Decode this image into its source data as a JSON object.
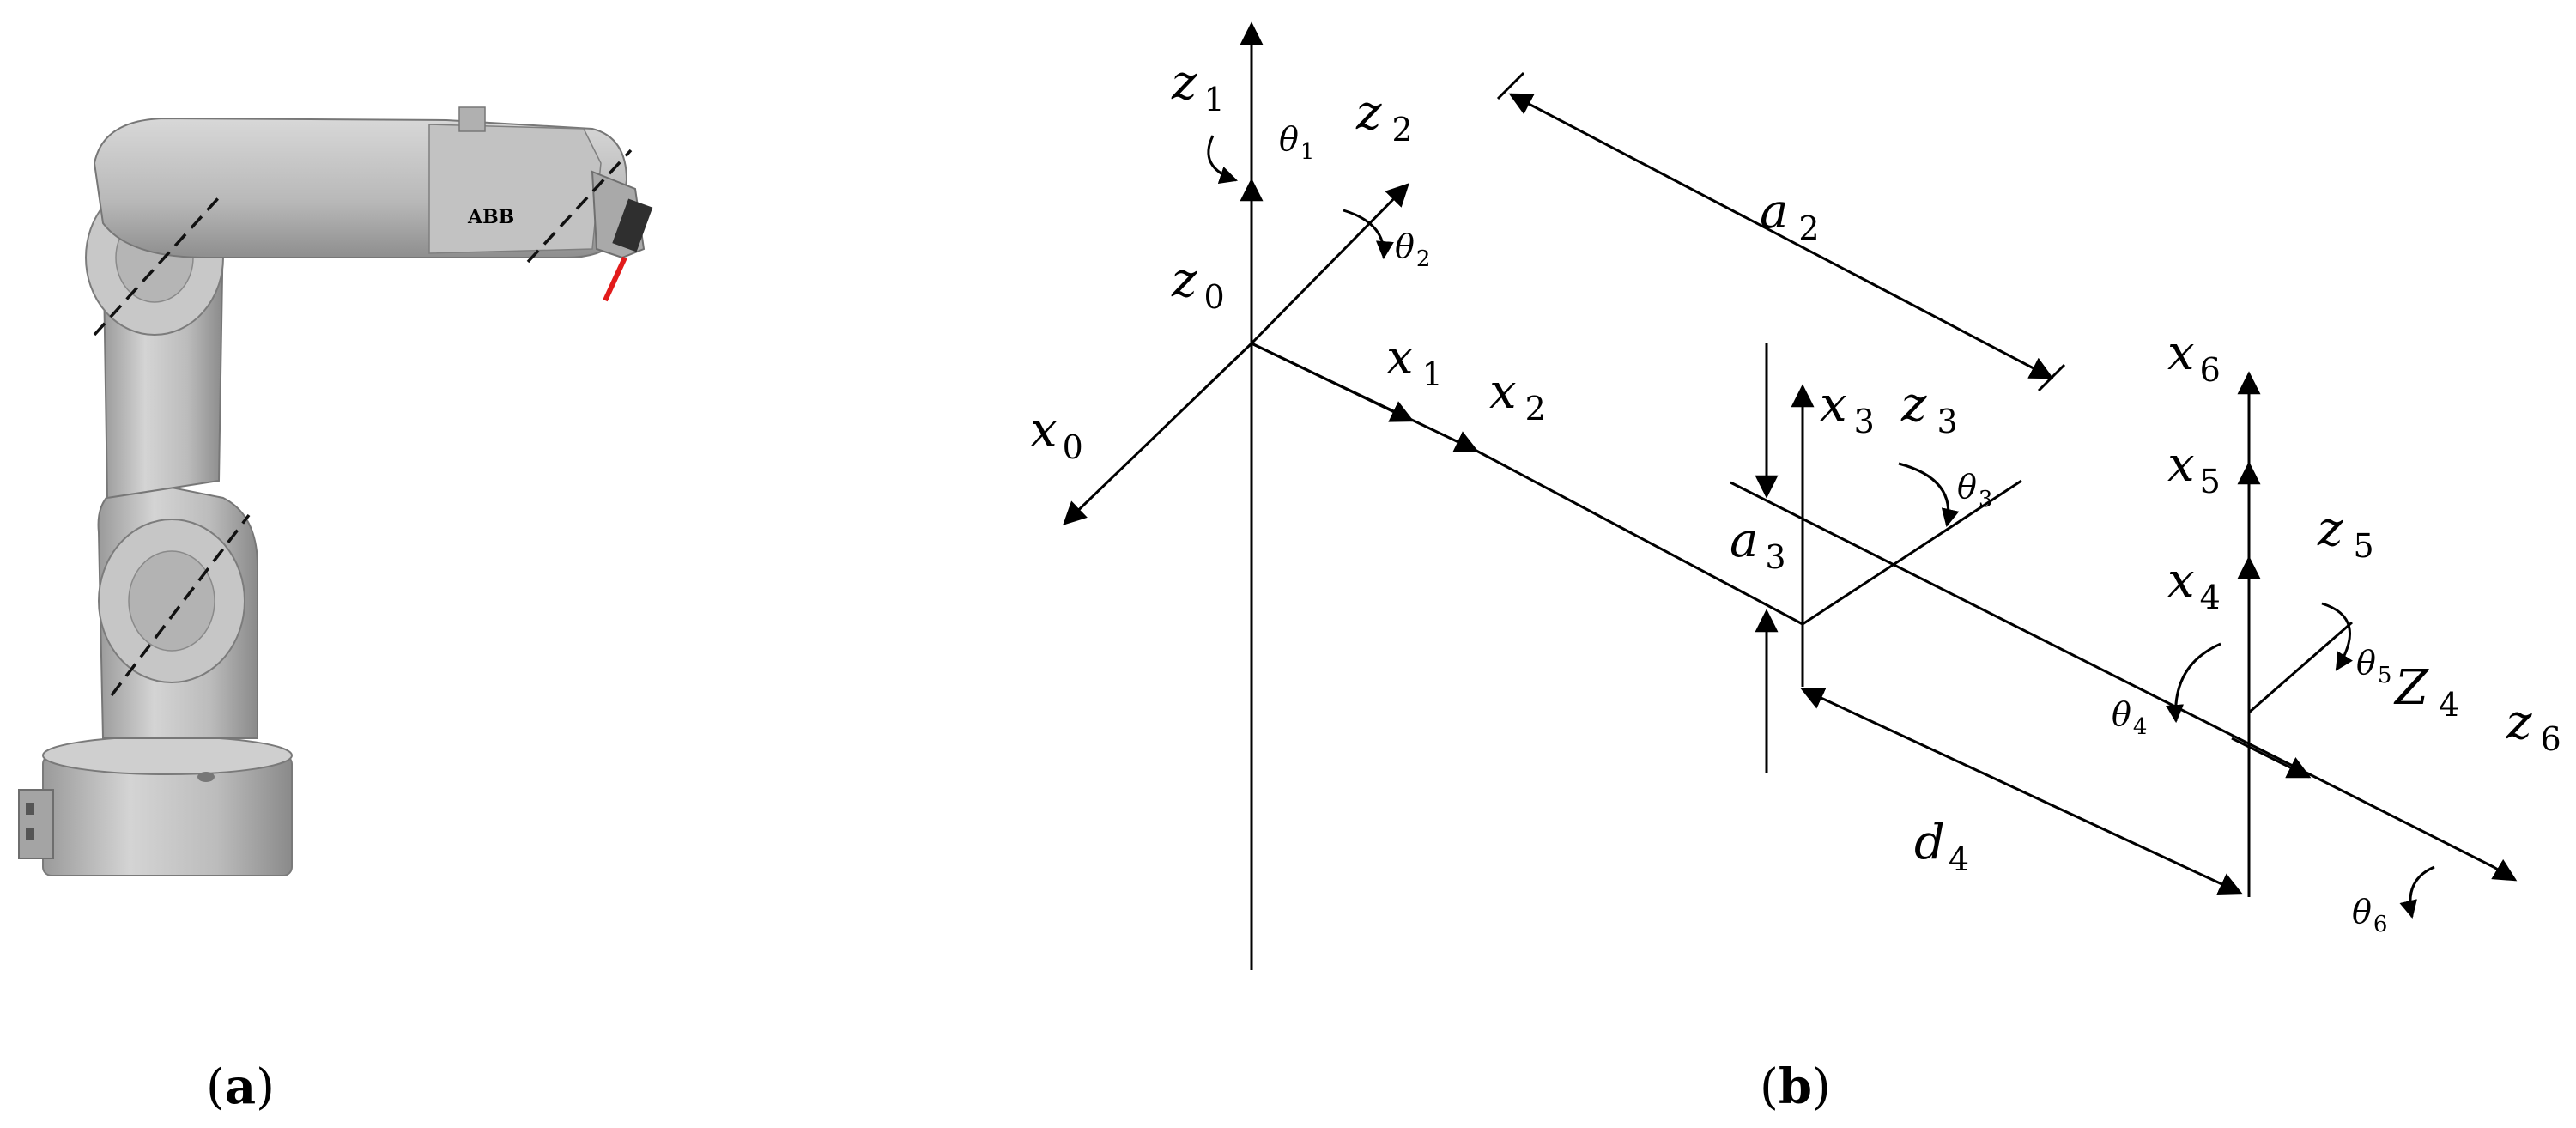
{
  "figure": {
    "panel_a": {
      "caption_open": "(",
      "caption_letter": "a",
      "caption_close": ")",
      "logo_text": "ABB",
      "colors": {
        "body": "#bdbdbd",
        "body_dark": "#8f8f8f",
        "logo": "#d11a1a",
        "tool": "#e21b1b"
      }
    },
    "panel_b": {
      "caption_open": "(",
      "caption_letter": "b",
      "caption_close": ")",
      "axes": {
        "z1": {
          "base": "z",
          "sub": "1"
        },
        "z2": {
          "base": "z",
          "sub": "2"
        },
        "z0": {
          "base": "z",
          "sub": "0"
        },
        "x0": {
          "base": "x",
          "sub": "0"
        },
        "x1": {
          "base": "x",
          "sub": "1"
        },
        "x2": {
          "base": "x",
          "sub": "2"
        },
        "x3": {
          "base": "x",
          "sub": "3"
        },
        "z3": {
          "base": "z",
          "sub": "3"
        },
        "x6": {
          "base": "x",
          "sub": "6"
        },
        "x5": {
          "base": "x",
          "sub": "5"
        },
        "z5": {
          "base": "z",
          "sub": "5"
        },
        "x4": {
          "base": "x",
          "sub": "4"
        },
        "Z4": {
          "base": "Z",
          "sub": "4"
        },
        "z6": {
          "base": "z",
          "sub": "6"
        }
      },
      "joints": {
        "t1": {
          "base": "θ",
          "sub": "1"
        },
        "t2": {
          "base": "θ",
          "sub": "2"
        },
        "t3": {
          "base": "θ",
          "sub": "3"
        },
        "t4": {
          "base": "θ",
          "sub": "4"
        },
        "t5": {
          "base": "θ",
          "sub": "5"
        },
        "t6": {
          "base": "θ",
          "sub": "6"
        }
      },
      "dimensions": {
        "a2": {
          "base": "a",
          "sub": "2"
        },
        "a3": {
          "base": "a",
          "sub": "3"
        },
        "d4": {
          "base": "d",
          "sub": "4"
        }
      }
    }
  }
}
